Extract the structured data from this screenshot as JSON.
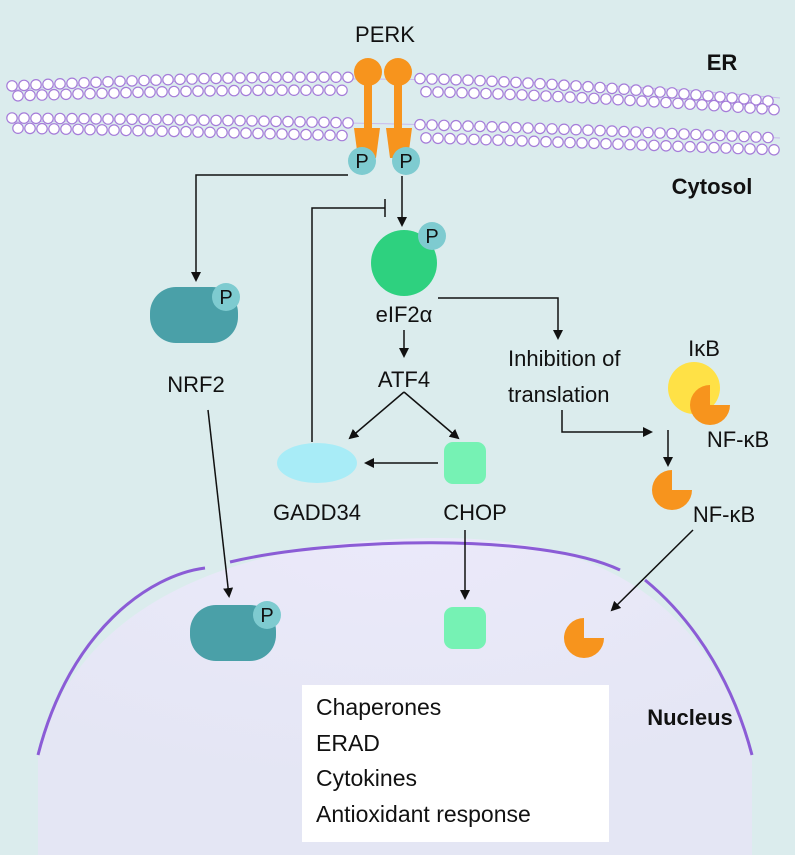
{
  "labels": {
    "perk": "PERK",
    "er": "ER",
    "cytosol": "Cytosol",
    "nucleus": "Nucleus",
    "p": "P",
    "eif2a": "eIF2α",
    "atf4": "ATF4",
    "nrf2": "NRF2",
    "inhibition_line1": "Inhibition of",
    "inhibition_line2": "translation",
    "ikb": "IκB",
    "nfkb": "NF-κB",
    "gadd34": "GADD34",
    "chop": "CHOP"
  },
  "target_genes": [
    "Chaperones",
    "ERAD",
    "Cytokines",
    "Antioxidant response"
  ],
  "colors": {
    "background": "#dbeced",
    "nucleus_fill": "#e3e4f4",
    "nucleus_border": "#8b5cd6",
    "membrane": "#a57cd9",
    "perk": "#f7941d",
    "phospho": "#7ecbd0",
    "eif2a": "#2ed17f",
    "nrf2": "#4aa0a8",
    "gadd34": "#a8ecf7",
    "chop": "#76f2b4",
    "ikb": "#ffe146",
    "nfkb": "#f7941d"
  }
}
